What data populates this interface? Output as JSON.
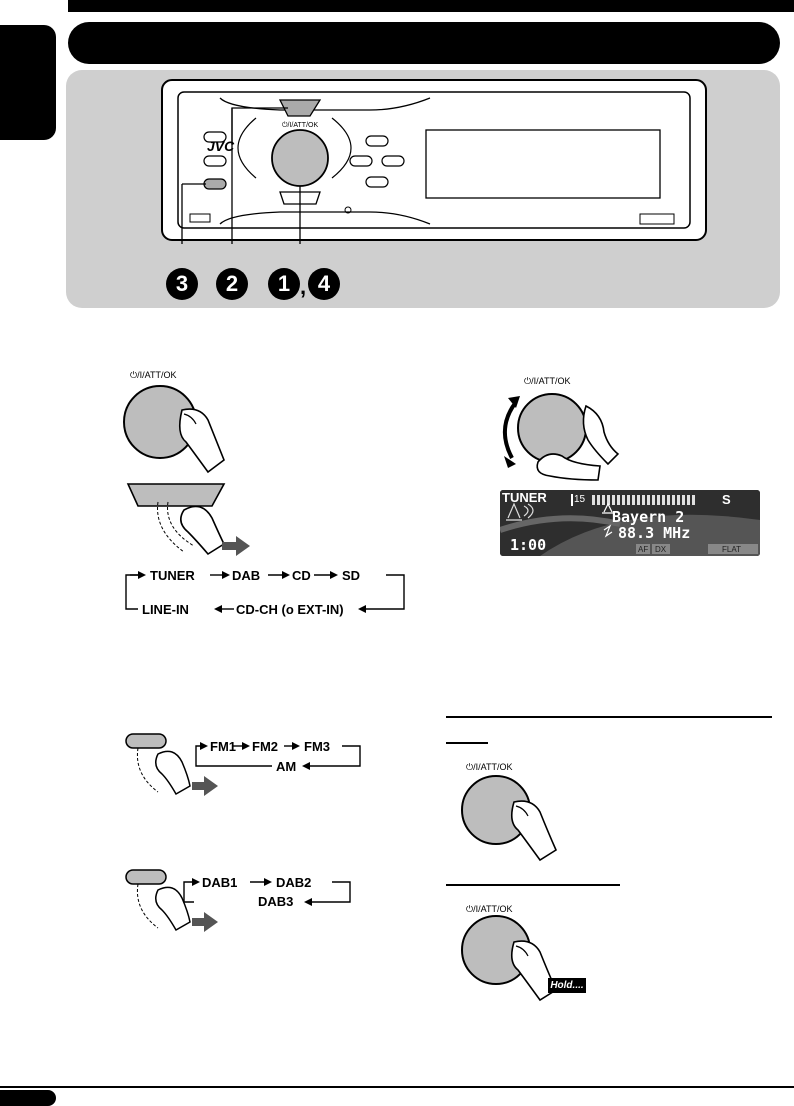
{
  "faceplate": {
    "brand": "JVC",
    "knob_label": "⏻/I/ATT/OK",
    "callouts": [
      "3",
      "2",
      "1",
      "4"
    ],
    "callout_separator": ","
  },
  "step1": {
    "knob_label": "⏻/I/ATT/OK"
  },
  "step2": {
    "sources_top": [
      "TUNER",
      "DAB",
      "CD",
      "SD"
    ],
    "sources_bottom": [
      "LINE-IN",
      "CD-CH (o EXT-IN)"
    ]
  },
  "step3": {
    "fm_bands": [
      "FM1",
      "FM2",
      "FM3"
    ],
    "am_band": "AM",
    "dab_bands": [
      "DAB1",
      "DAB2"
    ],
    "dab_band3": "DAB3"
  },
  "step4": {
    "knob_label": "⏻/I/ATT/OK",
    "display": {
      "source": "TUNER",
      "preset": "15",
      "station": "Bayern 2",
      "frequency": "88.3 MHz",
      "clock": "1:00",
      "indicator_af": "AF",
      "indicator_dx": "DX",
      "eq": "FLAT",
      "ps_tail": "S"
    }
  },
  "right_col": {
    "knob_label_a": "⏻/I/ATT/OK",
    "knob_label_b": "⏻/I/ATT/OK",
    "hold_label": "Hold...."
  },
  "colors": {
    "black": "#000000",
    "panel_gray": "#cfcfcf",
    "knob_gray": "#bdbdbd",
    "lcd": "#3a3a3a"
  }
}
